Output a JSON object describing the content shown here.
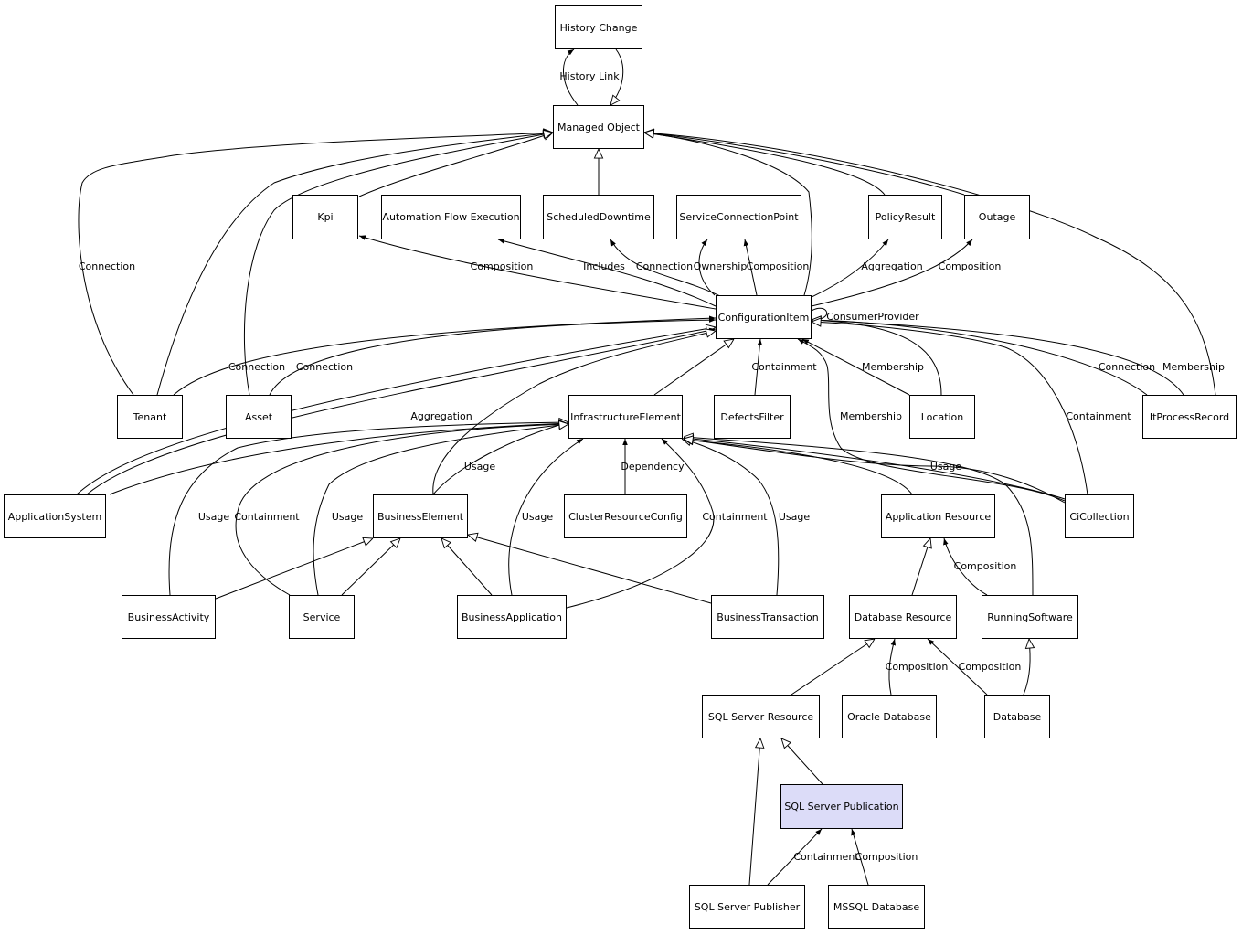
{
  "diagram": {
    "highlight_color": "#dcdcf8",
    "nodes": {
      "history_change": "History Change",
      "managed_object": "Managed Object",
      "kpi": "Kpi",
      "automation_flow_execution": "Automation Flow Execution",
      "scheduled_downtime": "ScheduledDowntime",
      "service_connection_point": "ServiceConnectionPoint",
      "policy_result": "PolicyResult",
      "outage": "Outage",
      "configuration_item": "ConfigurationItem",
      "tenant": "Tenant",
      "asset": "Asset",
      "infrastructure_element": "InfrastructureElement",
      "defects_filter": "DefectsFilter",
      "location": "Location",
      "it_process_record": "ItProcessRecord",
      "application_system": "ApplicationSystem",
      "business_element": "BusinessElement",
      "cluster_resource_config": "ClusterResourceConfig",
      "application_resource": "Application Resource",
      "ci_collection": "CiCollection",
      "business_activity": "BusinessActivity",
      "service": "Service",
      "business_application": "BusinessApplication",
      "business_transaction": "BusinessTransaction",
      "database_resource": "Database Resource",
      "running_software": "RunningSoftware",
      "sql_server_resource": "SQL Server Resource",
      "oracle_database": "Oracle Database",
      "database": "Database",
      "sql_server_publication": "SQL Server Publication",
      "sql_server_publisher": "SQL Server Publisher",
      "mssql_database": "MSSQL Database"
    },
    "edge_labels": {
      "history_link": "History Link",
      "connection_tenant": "Connection",
      "composition_kpi": "Composition",
      "includes": "Includes",
      "connection_scheduled": "Connection",
      "ownership": "Ownership",
      "composition_scp": "Composition",
      "aggregation_policy": "Aggregation",
      "composition_outage": "Composition",
      "consumer_provider": "ConsumerProvider",
      "connection_tenant_ci": "Connection",
      "connection_asset_ci": "Connection",
      "containment_defects": "Containment",
      "membership_location": "Membership",
      "connection_itpr": "Connection",
      "membership_itpr": "Membership",
      "aggregation_appsys": "Aggregation",
      "membership_cicoll": "Membership",
      "containment_cicoll": "Containment",
      "usage_be": "Usage",
      "dependency": "Dependency",
      "usage_cicoll": "Usage",
      "usage_activity": "Usage",
      "containment_service": "Containment",
      "usage_service": "Usage",
      "usage_bapp": "Usage",
      "containment_bapp": "Containment",
      "usage_btrans": "Usage",
      "composition_running": "Composition",
      "composition_oracle": "Composition",
      "composition_database": "Composition",
      "containment_publisher": "Containment",
      "composition_mssql": "Composition"
    }
  }
}
